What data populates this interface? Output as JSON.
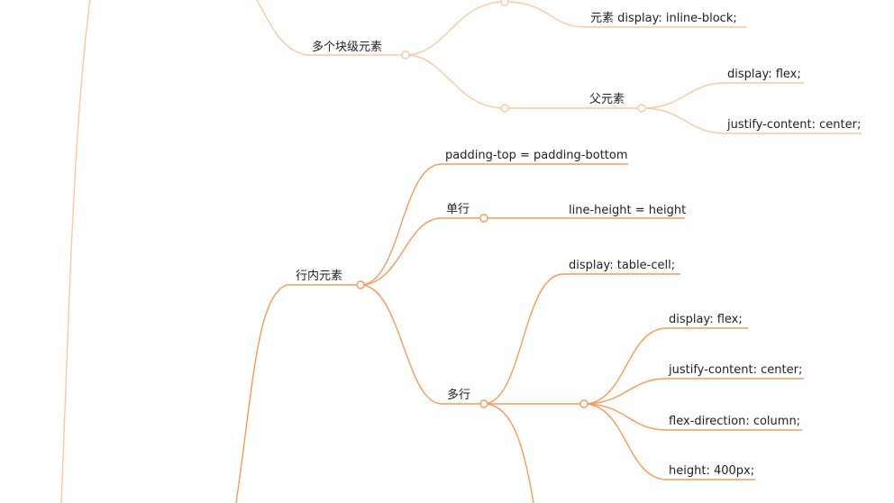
{
  "colors": {
    "branch_light": "#F8C9A0",
    "branch_strong": "#F49A5C"
  },
  "nodes": {
    "multi_block": "多个块级元素",
    "child_inline_block": "元素 display: inline-block;",
    "parent_element": "父元素",
    "parent_display_flex": "display: flex;",
    "parent_justify_center": "justify-content: center;",
    "inline_element": "行内元素",
    "padding_rule": "padding-top = padding-bottom",
    "single_line": "单行",
    "line_height_rule": "line-height = height",
    "multi_line": "多行",
    "table_cell": "display: table-cell;",
    "flex_display": "display: flex;",
    "flex_justify": "justify-content: center;",
    "flex_direction": "flex-direction: column;",
    "flex_height": "height: 400px;"
  }
}
